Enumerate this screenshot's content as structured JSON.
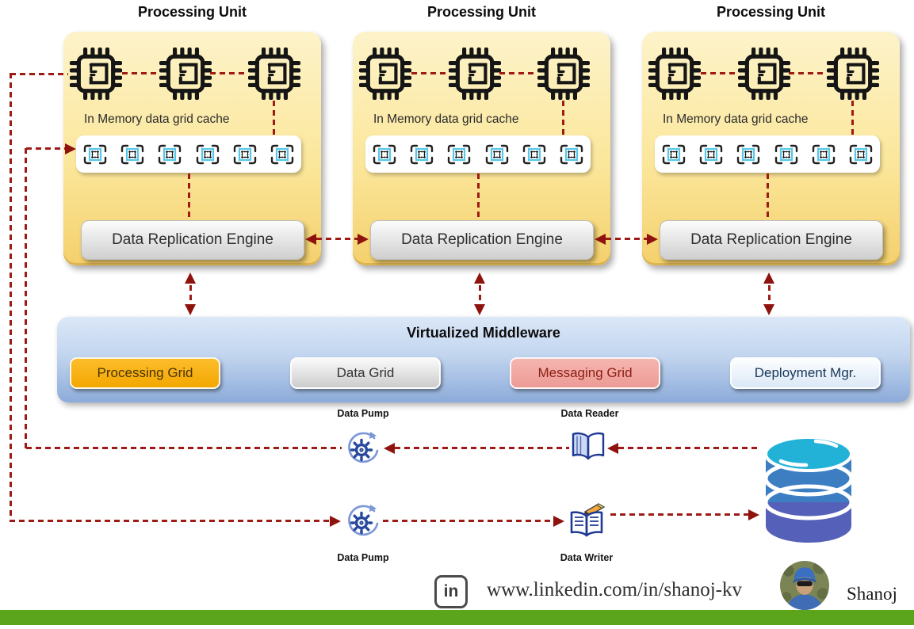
{
  "processing_units": [
    {
      "title": "Processing Unit",
      "cache_label": "In Memory data grid cache",
      "engine_label": "Data Replication Engine",
      "cpu_count": 3,
      "cache_node_count": 6
    },
    {
      "title": "Processing Unit",
      "cache_label": "In Memory data grid cache",
      "engine_label": "Data Replication Engine",
      "cpu_count": 3,
      "cache_node_count": 6
    },
    {
      "title": "Processing Unit",
      "cache_label": "In Memory data grid cache",
      "engine_label": "Data Replication Engine",
      "cpu_count": 3,
      "cache_node_count": 6
    }
  ],
  "middleware": {
    "title": "Virtualized Middleware",
    "buttons": [
      {
        "label": "Processing Grid"
      },
      {
        "label": "Data Grid"
      },
      {
        "label": "Messaging Grid"
      },
      {
        "label": "Deployment Mgr."
      }
    ]
  },
  "pipeline": {
    "reader_flow": {
      "pump_label": "Data Pump",
      "reader_label": "Data Reader"
    },
    "writer_flow": {
      "pump_label": "Data Pump",
      "writer_label": "Data Writer"
    }
  },
  "footer": {
    "linkedin_glyph": "in",
    "linkedin_url": "www.linkedin.com/in/shanoj-kv",
    "author_name": "Shanoj"
  },
  "colors": {
    "arrow_red": "#9e1a15",
    "unit_yellow": "#fbe79c",
    "middleware_blue": "#c2d5ef",
    "processing_grid_orange": "#f5ab00",
    "data_grid_gray": "#dddddd",
    "messaging_grid_red": "#f0a49f",
    "deployment_mgr_blue": "#e6eff9",
    "db_cyan": "#22b2d8",
    "db_blue": "#3d7ec3",
    "db_indigo": "#5560b8",
    "footer_green": "#5ba51d"
  }
}
